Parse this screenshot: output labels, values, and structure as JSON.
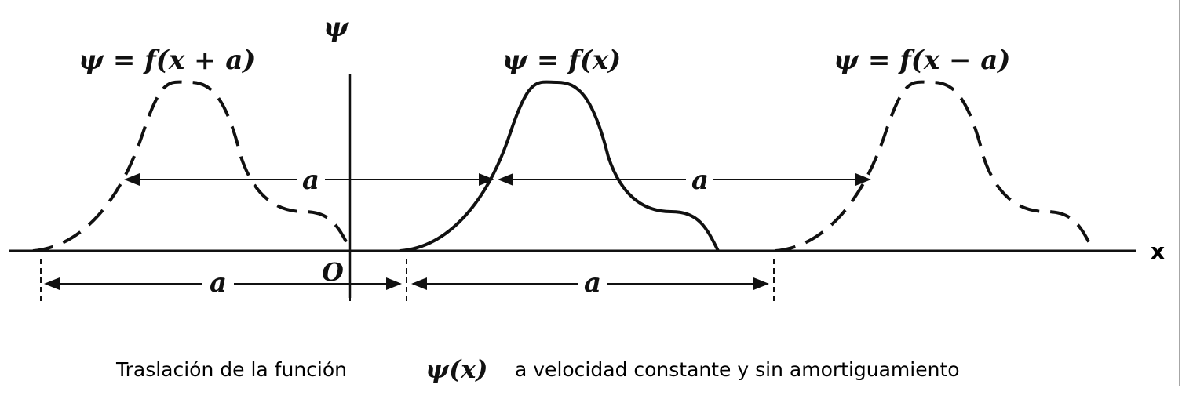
{
  "axes": {
    "y_label": "ψ",
    "x_label": "x",
    "origin_label": "O"
  },
  "pulses": {
    "left_label": "ψ = f(x + a)",
    "center_label": "ψ = f(x)",
    "right_label": "ψ = f(x − a)"
  },
  "dimensions": {
    "upper_left": "a",
    "upper_right": "a",
    "lower_left": "a",
    "lower_right": "a"
  },
  "caption": {
    "prefix": "Traslación de la función",
    "math": "ψ(x)",
    "suffix": "a velocidad constante y sin amortiguamiento"
  },
  "colors": {
    "ink": "#111111",
    "background": "#ffffff"
  }
}
